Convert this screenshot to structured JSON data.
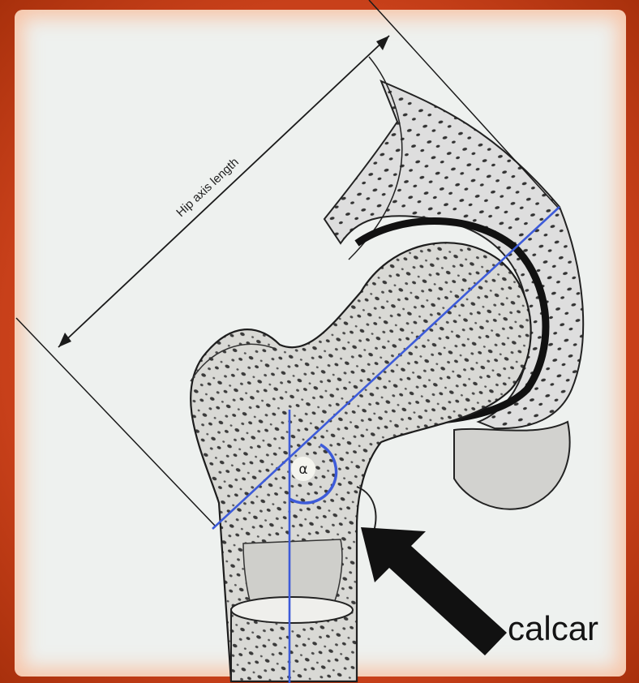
{
  "diagram": {
    "hip_axis_label": "Hip axis length",
    "angle_label": "α",
    "arrow_label": "calcar"
  },
  "colors": {
    "frame": "#c8401a",
    "background": "#eef1ef",
    "axis_line": "#3d5bd9",
    "bone_fill": "#dcdcd8",
    "ink": "#1a1a1a"
  }
}
